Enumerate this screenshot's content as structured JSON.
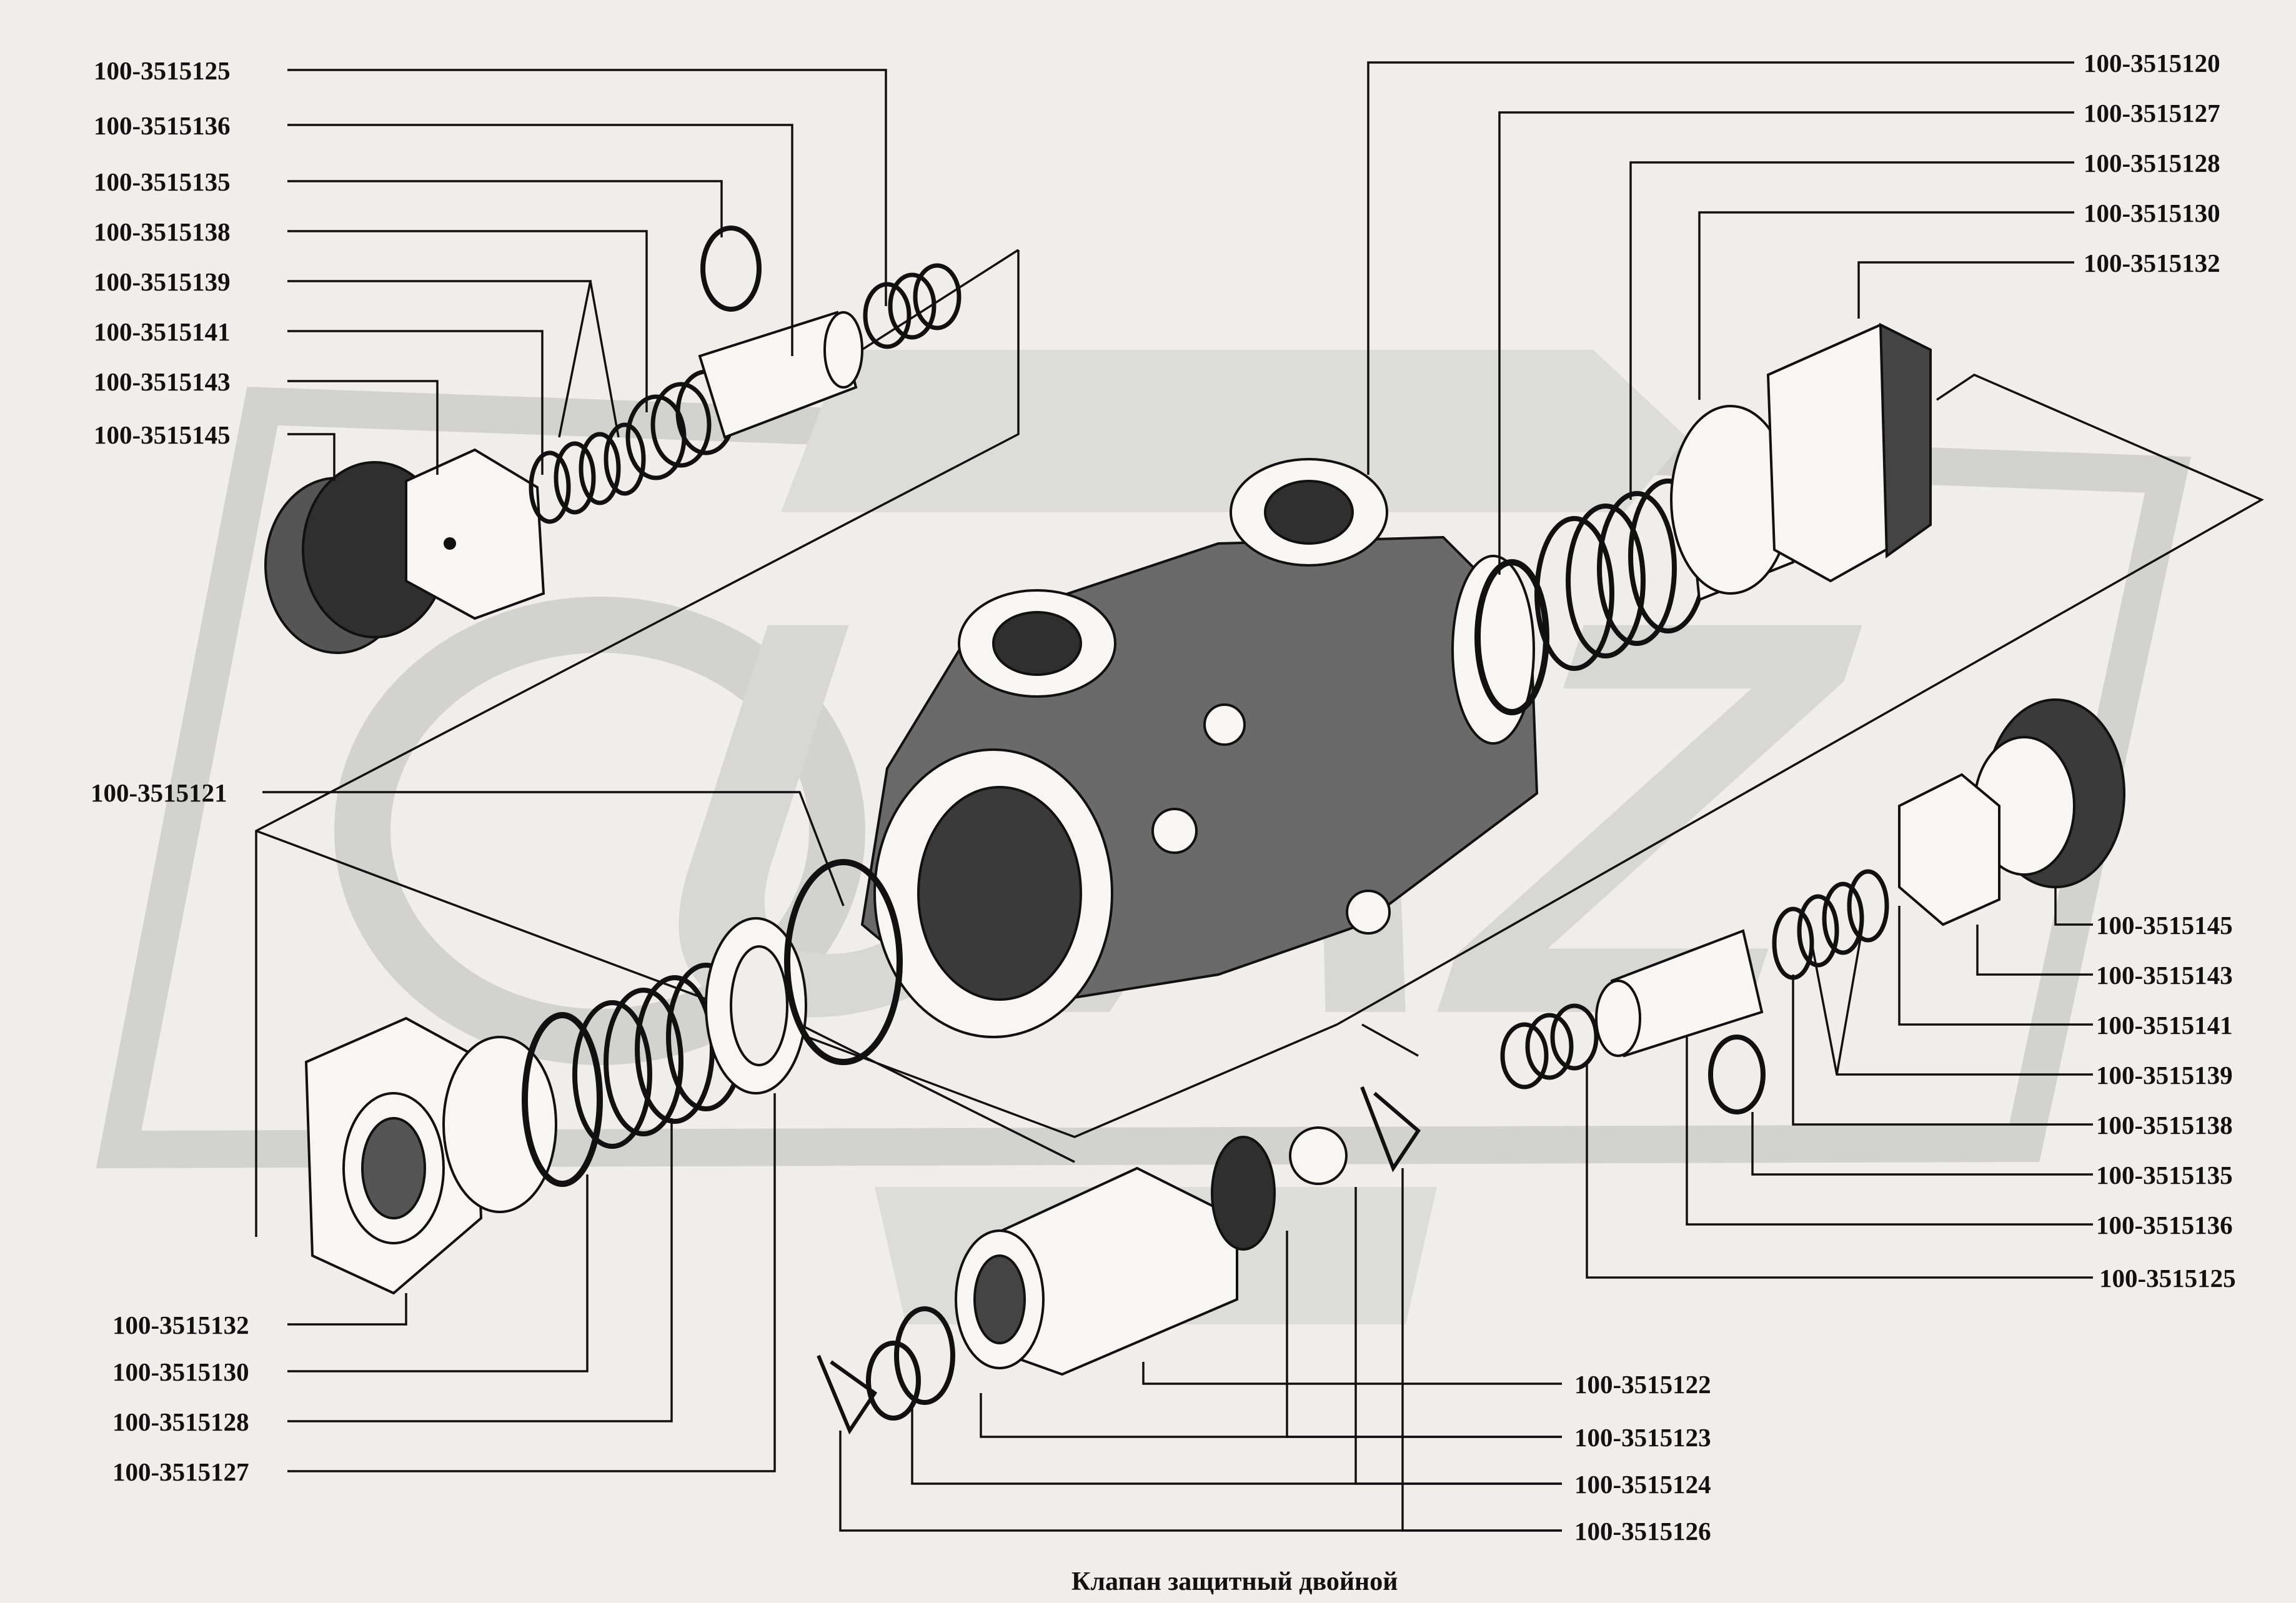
{
  "caption": "Клапан защитный двойной",
  "watermark": {
    "text": "UAZ",
    "color": "#cfcfcc"
  },
  "colors": {
    "background": "#efeeea",
    "ink": "#111111",
    "part_fill": "#f7f6f2",
    "shade": "#3a3a3a"
  },
  "callouts_left_top": [
    "100-3515125",
    "100-3515136",
    "100-3515135",
    "100-3515138",
    "100-3515139",
    "100-3515141",
    "100-3515143",
    "100-3515145"
  ],
  "callout_left_mid": "100-3515121",
  "callouts_right_top": [
    "100-3515120",
    "100-3515127",
    "100-3515128",
    "100-3515130",
    "100-3515132"
  ],
  "callouts_right_mid": [
    "100-3515145",
    "100-3515143",
    "100-3515141",
    "100-3515139",
    "100-3515138",
    "100-3515135",
    "100-3515136",
    "100-3515125"
  ],
  "callouts_left_bottom": [
    "100-3515132",
    "100-3515130",
    "100-3515128",
    "100-3515127"
  ],
  "callouts_bottom_center": [
    "100-3515122",
    "100-3515123",
    "100-3515124",
    "100-3515126"
  ]
}
